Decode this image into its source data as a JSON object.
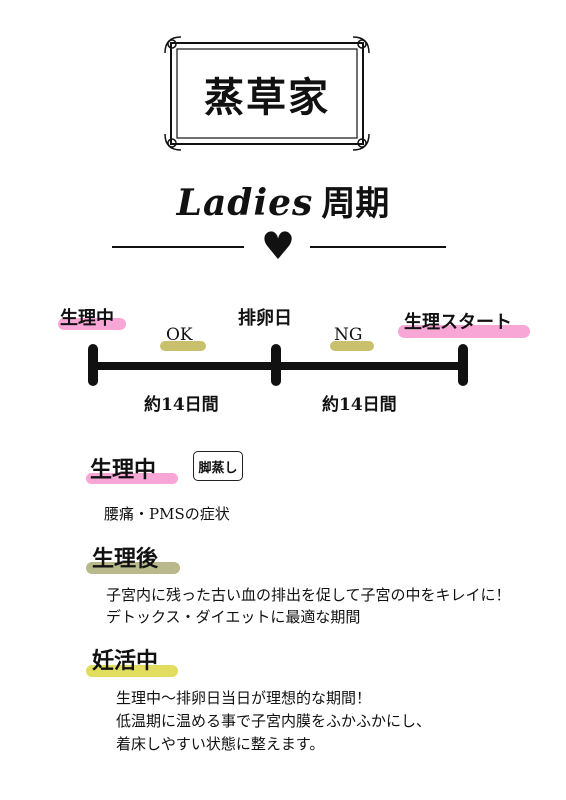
{
  "logo": {
    "text": "蒸草家"
  },
  "title": {
    "en": "Ladies",
    "jp": "周期"
  },
  "icons": {
    "heart": "heart-icon"
  },
  "colors": {
    "pink": "#f7a6d6",
    "olive": "#c9c06e",
    "sage": "#b9b98c",
    "yellow": "#e2dd5e"
  },
  "timeline": {
    "start_label": "生理中",
    "ovulation_label": "排卵日",
    "end_label": "生理スタート",
    "ok_label": "OK",
    "ng_label": "NG",
    "span1": "約14日間",
    "span2": "約14日間"
  },
  "sections": [
    {
      "heading": "生理中",
      "badge": "脚蒸し",
      "lines": [
        "腰痛・PMSの症状"
      ]
    },
    {
      "heading": "生理後",
      "lines": [
        "子宮内に残った古い血の排出を促して子宮の中をキレイに！",
        "デトックス・ダイエットに最適な期間"
      ]
    },
    {
      "heading": "妊活中",
      "lines": [
        "生理中〜排卵日当日が理想的な期間！",
        "低温期に温める事で子宮内膜をふかふかにし、",
        "着床しやすい状態に整えます。"
      ]
    }
  ]
}
